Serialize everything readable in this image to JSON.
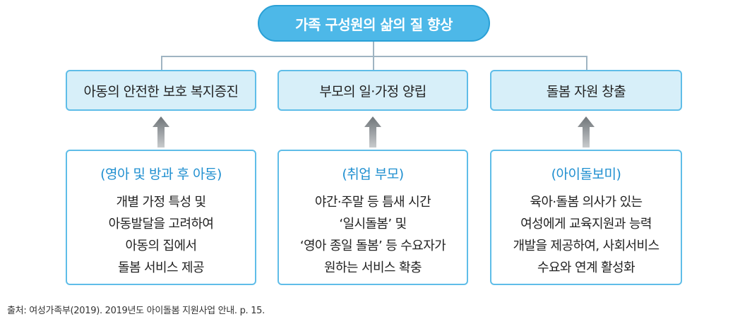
{
  "title": "가족 구성원의 삶의 질 향상",
  "goals": [
    {
      "label": "아동의 안전한 보호 복지증진"
    },
    {
      "label": "부모의 일·가정 양립"
    },
    {
      "label": "돌봄 자원 창출"
    }
  ],
  "targets": [
    {
      "heading": "(영아 및 방과 후 아동)",
      "lines": [
        "개별 가정 특성 및",
        "아동발달을 고려하여",
        "아동의 집에서",
        "돌봄 서비스 제공"
      ]
    },
    {
      "heading": "(취업 부모)",
      "lines": [
        "야간·주말 등 틈새 시간",
        "‘일시돌봄’ 및",
        "‘영아 종일 돌봄’ 등 수요자가",
        "원하는 서비스 확충"
      ]
    },
    {
      "heading": "(아이돌보미)",
      "lines": [
        "육아·돌봄 의사가 있는",
        "여성에게 교육지원과 능력",
        "개발을 제공하여, 사회서비스",
        "수요와 연계 활성화"
      ]
    }
  ],
  "source": "출처: 여성가족부(2019). 2019년도 아이돌봄 지원사업 안내. p. 15.",
  "colors": {
    "accent": "#4db8e8",
    "box_fill": "#d7eff9",
    "border": "#5fbde8",
    "heading": "#1f8fd0"
  }
}
